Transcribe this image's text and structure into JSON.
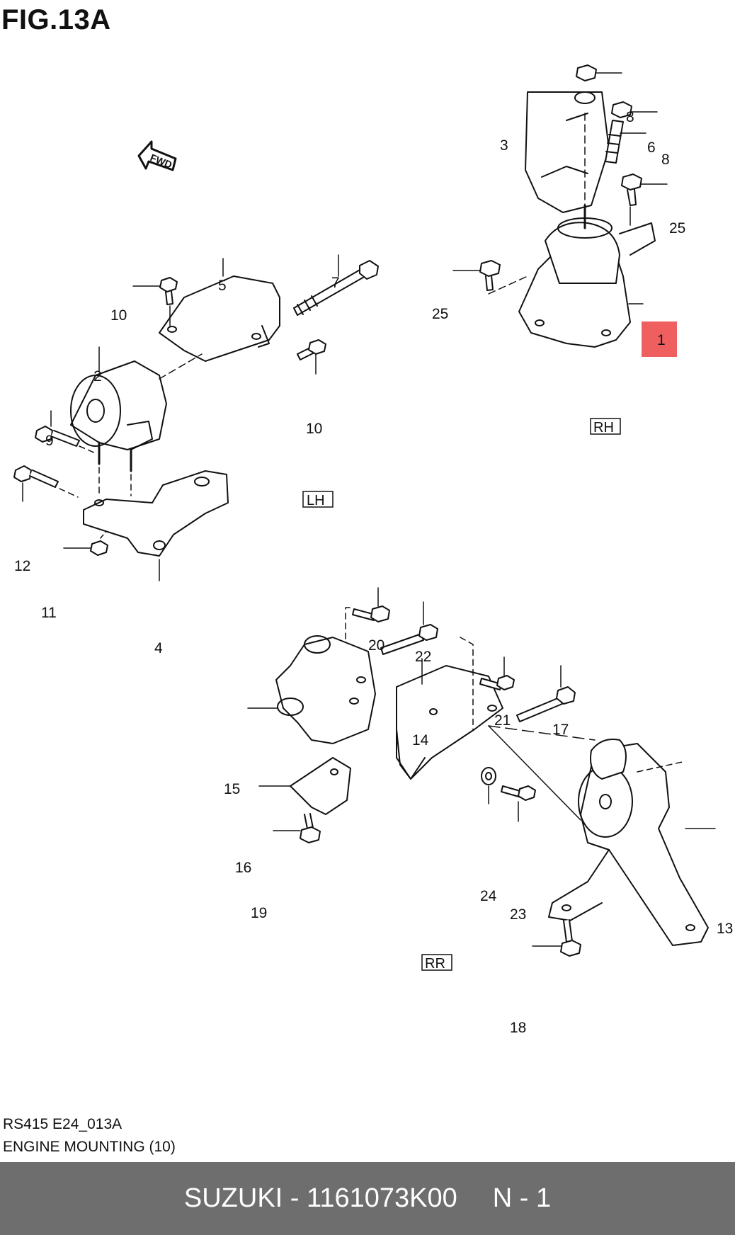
{
  "figure": {
    "title": "FIG.13A",
    "fwd_label": "FWD",
    "views": {
      "rh": "RH",
      "lh": "LH",
      "rr": "RR"
    },
    "parts": [
      {
        "id": "p1",
        "number": "1",
        "highlighted": true
      },
      {
        "id": "p2",
        "number": "2"
      },
      {
        "id": "p3",
        "number": "3"
      },
      {
        "id": "p4",
        "number": "4"
      },
      {
        "id": "p5",
        "number": "5"
      },
      {
        "id": "p6",
        "number": "6"
      },
      {
        "id": "p7",
        "number": "7"
      },
      {
        "id": "p8a",
        "number": "8"
      },
      {
        "id": "p8b",
        "number": "8"
      },
      {
        "id": "p9",
        "number": "9"
      },
      {
        "id": "p10a",
        "number": "10"
      },
      {
        "id": "p10b",
        "number": "10"
      },
      {
        "id": "p11",
        "number": "11"
      },
      {
        "id": "p12",
        "number": "12"
      },
      {
        "id": "p13",
        "number": "13"
      },
      {
        "id": "p14",
        "number": "14"
      },
      {
        "id": "p15",
        "number": "15"
      },
      {
        "id": "p16",
        "number": "16"
      },
      {
        "id": "p17",
        "number": "17"
      },
      {
        "id": "p18",
        "number": "18"
      },
      {
        "id": "p19",
        "number": "19"
      },
      {
        "id": "p20",
        "number": "20"
      },
      {
        "id": "p21",
        "number": "21"
      },
      {
        "id": "p22",
        "number": "22"
      },
      {
        "id": "p23",
        "number": "23"
      },
      {
        "id": "p24",
        "number": "24"
      },
      {
        "id": "p25a",
        "number": "25"
      },
      {
        "id": "p25b",
        "number": "25"
      }
    ]
  },
  "footer": {
    "code": "RS415 E24_013A",
    "name": "ENGINE MOUNTING (10)"
  },
  "bottom_bar": {
    "brand_part": "SUZUKI - 1161073K00",
    "qty": "N - 1"
  },
  "colors": {
    "highlight": "#ef5f5f",
    "bar": "#6e6e6e",
    "ink": "#111111"
  }
}
